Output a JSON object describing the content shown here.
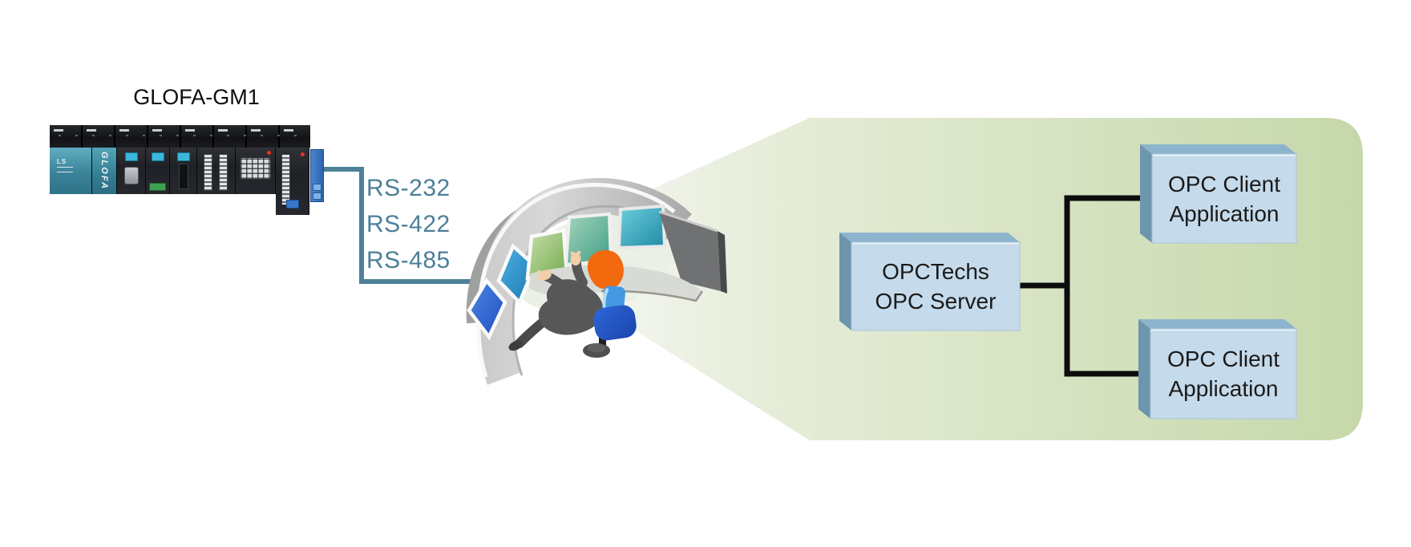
{
  "plc": {
    "title": "GLOFA-GM1",
    "brand": "LS",
    "cpu_label": "GLOFA"
  },
  "connections": {
    "labels": [
      "RS-232",
      "RS-422",
      "RS-485"
    ],
    "line_color": "#4e8199",
    "label_color": "#4d7f99"
  },
  "opc": {
    "server_label": "OPCTechs\nOPC Server",
    "clients": [
      {
        "label": "OPC Client\nApplication"
      },
      {
        "label": "OPC Client\nApplication"
      }
    ],
    "connector_color": "#0c0c0c"
  },
  "scene": {
    "beam_color_start": "#f1f4eb",
    "beam_color_end": "#c6d8aa",
    "box_face_color": "#c5daea",
    "box_top_color": "#8cb4cd",
    "box_side_color": "#6d96ad",
    "monitor_colors": [
      "#1d4fc0",
      "#1878b2",
      "#74ab4c",
      "#3f9b85",
      "#1e8ba4"
    ],
    "chair_color": "#2f66d8",
    "operator_hair_color": "#f2690e"
  }
}
